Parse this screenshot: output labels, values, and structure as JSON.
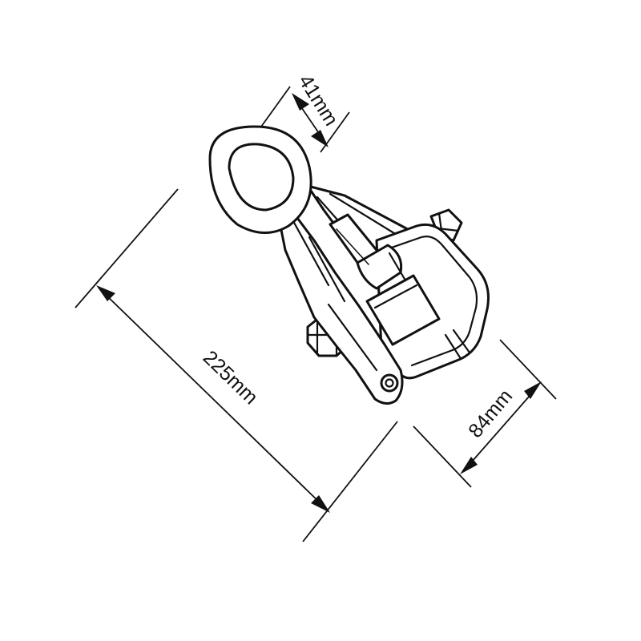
{
  "dimensions": {
    "width_top": "41mm",
    "length": "225mm",
    "width_bottom": "84mm"
  },
  "colors": {
    "line": "#111111",
    "background": "#ffffff"
  }
}
